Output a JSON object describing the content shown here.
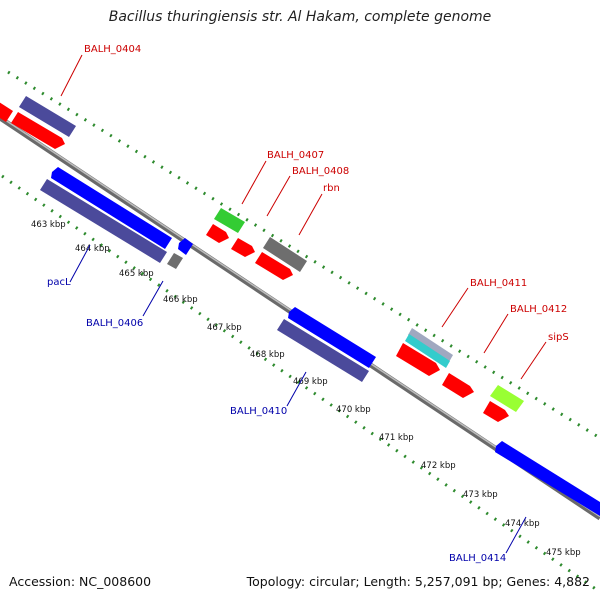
{
  "title": "Bacillus thuringiensis str. Al Hakam, complete genome",
  "footer": {
    "accession": "Accession: NC_008600",
    "summary": "Topology: circular; Length: 5,257,091 bp; Genes: 4,882"
  },
  "colors": {
    "backbone": "#8c8c8c",
    "tick_dots": "#2e8b2e",
    "gene_red": "#ff0000",
    "gene_blue": "#0000ff",
    "gene_slate": "#4b4a9b",
    "gene_gray": "#6e6e6e",
    "gene_green": "#33cc33",
    "gene_lime": "#99ff33",
    "gene_cyan": "#33cccc",
    "gene_lightslate": "#a0a8c0",
    "label_forward": "#cc0000",
    "label_reverse": "#0000aa"
  },
  "scale_labels": [
    "463 kbp",
    "464 kbp",
    "465 kbp",
    "466 kbp",
    "467 kbp",
    "468 kbp",
    "469 kbp",
    "470 kbp",
    "471 kbp",
    "472 kbp",
    "473 kbp",
    "474 kbp",
    "475 kbp"
  ],
  "gene_labels": {
    "forward": [
      "BALH_0404",
      "BALH_0407",
      "BALH_0408",
      "rbn",
      "BALH_0411",
      "BALH_0412",
      "sipS"
    ],
    "reverse": [
      "pacL",
      "BALH_0406",
      "BALH_0410",
      "BALH_0414"
    ]
  }
}
